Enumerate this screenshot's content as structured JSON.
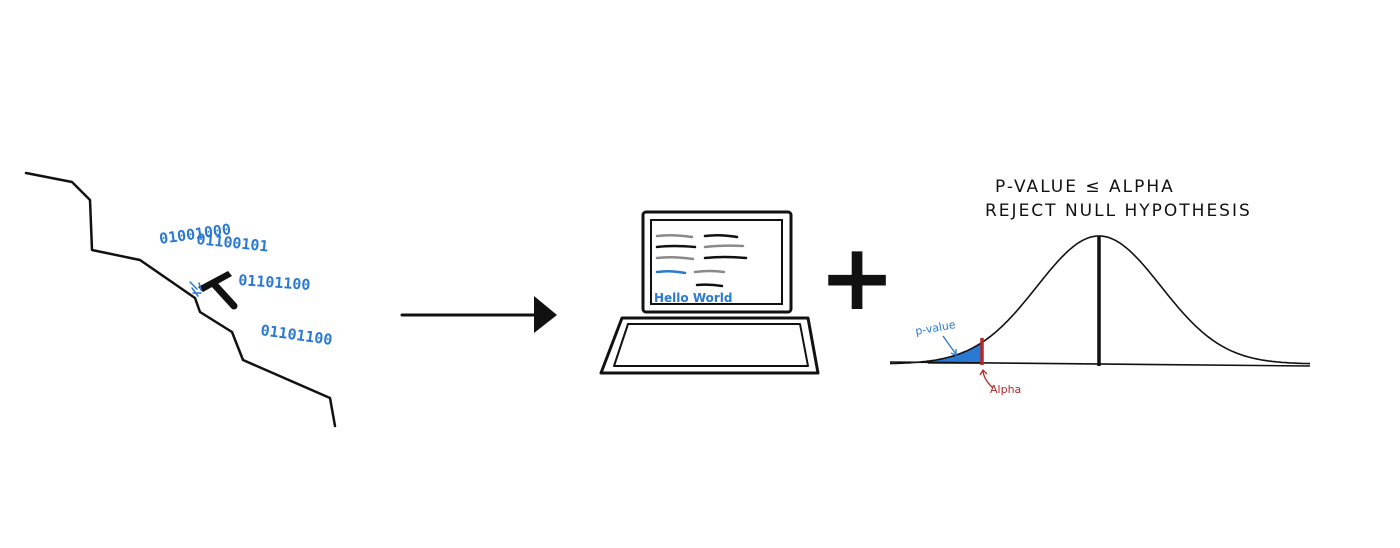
{
  "mining": {
    "binary_lines": [
      "01001000",
      "01100101",
      "01101100",
      "01101100"
    ]
  },
  "laptop": {
    "screen_text": "Hello World"
  },
  "plus_symbol": "+",
  "stats": {
    "condition_line1": "P-VALUE ≤ ALPHA",
    "condition_line2": "REJECT NULL HYPOTHESIS",
    "pvalue_label": "p-value",
    "alpha_label": "Alpha"
  },
  "colors": {
    "ink": "#111111",
    "blue": "#2a79d3",
    "red": "#b02a2a",
    "gray": "#8a8a8a"
  }
}
